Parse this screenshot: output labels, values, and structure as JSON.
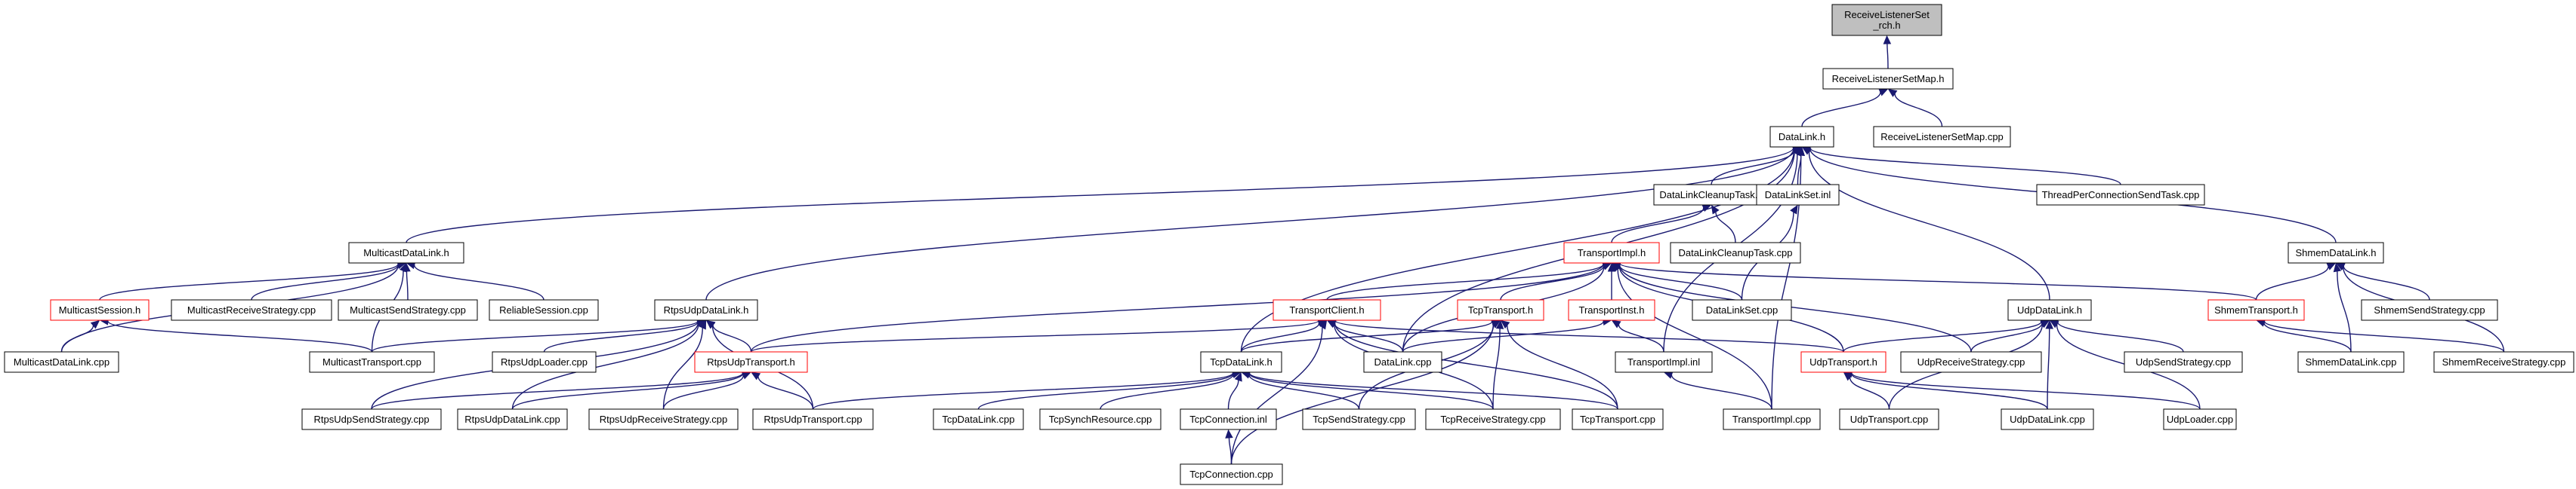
{
  "graph": {
    "title": "",
    "colors": {
      "edge": "#191970",
      "box_border": "#000000",
      "box_border_highlight": "#ff0000",
      "root_fill": "#bfbfbf"
    },
    "nodes": [
      {
        "id": "rls_rch",
        "label": [
          "ReceiveListenerSet",
          "_rch.h"
        ],
        "style": "root"
      },
      {
        "id": "rlsm_h",
        "label": [
          "ReceiveListenerSetMap.h"
        ],
        "style": "normal"
      },
      {
        "id": "rlsm_cpp",
        "label": [
          "ReceiveListenerSetMap.cpp"
        ],
        "style": "normal"
      },
      {
        "id": "datalink_h",
        "label": [
          "DataLink.h"
        ],
        "style": "normal"
      },
      {
        "id": "dlcleanup_h",
        "label": [
          "DataLinkCleanupTask.h"
        ],
        "style": "normal"
      },
      {
        "id": "dlset_inl",
        "label": [
          "DataLinkSet.inl"
        ],
        "style": "normal"
      },
      {
        "id": "tpcst_cpp",
        "label": [
          "ThreadPerConnectionSendTask.cpp"
        ],
        "style": "normal"
      },
      {
        "id": "mcast_dl_h",
        "label": [
          "MulticastDataLink.h"
        ],
        "style": "normal"
      },
      {
        "id": "shmem_dl_h",
        "label": [
          "ShmemDataLink.h"
        ],
        "style": "normal"
      },
      {
        "id": "timpl_h",
        "label": [
          "TransportImpl.h"
        ],
        "style": "red"
      },
      {
        "id": "dlcleanup_cpp",
        "label": [
          "DataLinkCleanupTask.cpp"
        ],
        "style": "normal"
      },
      {
        "id": "mcast_session_h",
        "label": [
          "MulticastSession.h"
        ],
        "style": "red"
      },
      {
        "id": "mcast_recv_cpp",
        "label": [
          "MulticastReceiveStrategy.cpp"
        ],
        "style": "normal"
      },
      {
        "id": "mcast_send_cpp",
        "label": [
          "MulticastSendStrategy.cpp"
        ],
        "style": "normal"
      },
      {
        "id": "reliable_cpp",
        "label": [
          "ReliableSession.cpp"
        ],
        "style": "normal"
      },
      {
        "id": "rtps_dl_h",
        "label": [
          "RtpsUdpDataLink.h"
        ],
        "style": "normal"
      },
      {
        "id": "tclient_h",
        "label": [
          "TransportClient.h"
        ],
        "style": "red"
      },
      {
        "id": "tcptransport_h",
        "label": [
          "TcpTransport.h"
        ],
        "style": "red"
      },
      {
        "id": "tinst_h",
        "label": [
          "TransportInst.h"
        ],
        "style": "red"
      },
      {
        "id": "dlset_cpp",
        "label": [
          "DataLinkSet.cpp"
        ],
        "style": "normal"
      },
      {
        "id": "udp_dl_h",
        "label": [
          "UdpDataLink.h"
        ],
        "style": "normal"
      },
      {
        "id": "shmem_transport_h",
        "label": [
          "ShmemTransport.h"
        ],
        "style": "red"
      },
      {
        "id": "shmem_send_cpp",
        "label": [
          "ShmemSendStrategy.cpp"
        ],
        "style": "normal"
      },
      {
        "id": "mcast_dl_cpp",
        "label": [
          "MulticastDataLink.cpp"
        ],
        "style": "normal"
      },
      {
        "id": "mcast_transport_cpp",
        "label": [
          "MulticastTransport.cpp"
        ],
        "style": "normal"
      },
      {
        "id": "rtps_loader_cpp",
        "label": [
          "RtpsUdpLoader.cpp"
        ],
        "style": "normal"
      },
      {
        "id": "rtps_transport_h",
        "label": [
          "RtpsUdpTransport.h"
        ],
        "style": "red"
      },
      {
        "id": "datalink_cpp",
        "label": [
          "DataLink.cpp"
        ],
        "style": "normal"
      },
      {
        "id": "timpl_inl",
        "label": [
          "TransportImpl.inl"
        ],
        "style": "normal"
      },
      {
        "id": "udp_transport_h",
        "label": [
          "UdpTransport.h"
        ],
        "style": "red"
      },
      {
        "id": "udp_recv_cpp",
        "label": [
          "UdpReceiveStrategy.cpp"
        ],
        "style": "normal"
      },
      {
        "id": "udp_send_cpp",
        "label": [
          "UdpSendStrategy.cpp"
        ],
        "style": "normal"
      },
      {
        "id": "shmem_dl_cpp",
        "label": [
          "ShmemDataLink.cpp"
        ],
        "style": "normal"
      },
      {
        "id": "shmem_recv_cpp",
        "label": [
          "ShmemReceiveStrategy.cpp"
        ],
        "style": "normal"
      },
      {
        "id": "tcp_dl_h",
        "label": [
          "TcpDataLink.h"
        ],
        "style": "normal"
      },
      {
        "id": "rtps_send_cpp",
        "label": [
          "RtpsUdpSendStrategy.cpp"
        ],
        "style": "normal"
      },
      {
        "id": "rtps_dl_cpp",
        "label": [
          "RtpsUdpDataLink.cpp"
        ],
        "style": "normal"
      },
      {
        "id": "rtps_recv_cpp",
        "label": [
          "RtpsUdpReceiveStrategy.cpp"
        ],
        "style": "normal"
      },
      {
        "id": "rtps_transport_cpp",
        "label": [
          "RtpsUdpTransport.cpp"
        ],
        "style": "normal"
      },
      {
        "id": "tcp_dl_cpp",
        "label": [
          "TcpDataLink.cpp"
        ],
        "style": "normal"
      },
      {
        "id": "tcp_synch_cpp",
        "label": [
          "TcpSynchResource.cpp"
        ],
        "style": "normal"
      },
      {
        "id": "tcp_conn_inl",
        "label": [
          "TcpConnection.inl"
        ],
        "style": "normal"
      },
      {
        "id": "tcp_send_cpp",
        "label": [
          "TcpSendStrategy.cpp"
        ],
        "style": "normal"
      },
      {
        "id": "tcp_recv_cpp",
        "label": [
          "TcpReceiveStrategy.cpp"
        ],
        "style": "normal"
      },
      {
        "id": "tcp_transport_cpp",
        "label": [
          "TcpTransport.cpp"
        ],
        "style": "normal"
      },
      {
        "id": "timpl_cpp",
        "label": [
          "TransportImpl.cpp"
        ],
        "style": "normal"
      },
      {
        "id": "udp_transport_cpp",
        "label": [
          "UdpTransport.cpp"
        ],
        "style": "normal"
      },
      {
        "id": "udp_dl_cpp",
        "label": [
          "UdpDataLink.cpp"
        ],
        "style": "normal"
      },
      {
        "id": "udp_loader_cpp",
        "label": [
          "UdpLoader.cpp"
        ],
        "style": "normal"
      },
      {
        "id": "tcp_conn_cpp",
        "label": [
          "TcpConnection.cpp"
        ],
        "style": "normal"
      }
    ],
    "edges": [
      [
        "rlsm_h",
        "rls_rch"
      ],
      [
        "datalink_h",
        "rlsm_h"
      ],
      [
        "rlsm_cpp",
        "rlsm_h"
      ],
      [
        "dlcleanup_h",
        "datalink_h"
      ],
      [
        "dlset_inl",
        "datalink_h"
      ],
      [
        "tpcst_cpp",
        "datalink_h"
      ],
      [
        "mcast_dl_h",
        "datalink_h"
      ],
      [
        "shmem_dl_h",
        "datalink_h"
      ],
      [
        "rtps_dl_h",
        "datalink_h"
      ],
      [
        "udp_dl_h",
        "datalink_h"
      ],
      [
        "tcp_dl_h",
        "datalink_h"
      ],
      [
        "datalink_cpp",
        "datalink_h"
      ],
      [
        "timpl_inl",
        "datalink_h"
      ],
      [
        "timpl_cpp",
        "datalink_h"
      ],
      [
        "timpl_h",
        "dlcleanup_h"
      ],
      [
        "dlcleanup_cpp",
        "dlcleanup_h"
      ],
      [
        "dlset_cpp",
        "dlset_inl"
      ],
      [
        "mcast_session_h",
        "mcast_dl_h"
      ],
      [
        "mcast_recv_cpp",
        "mcast_dl_h"
      ],
      [
        "mcast_send_cpp",
        "mcast_dl_h"
      ],
      [
        "reliable_cpp",
        "mcast_dl_h"
      ],
      [
        "mcast_dl_cpp",
        "mcast_dl_h"
      ],
      [
        "mcast_transport_cpp",
        "mcast_dl_h"
      ],
      [
        "shmem_transport_h",
        "shmem_dl_h"
      ],
      [
        "shmem_send_cpp",
        "shmem_dl_h"
      ],
      [
        "shmem_dl_cpp",
        "shmem_dl_h"
      ],
      [
        "shmem_recv_cpp",
        "shmem_dl_h"
      ],
      [
        "tclient_h",
        "timpl_h"
      ],
      [
        "tcptransport_h",
        "timpl_h"
      ],
      [
        "tinst_h",
        "timpl_h"
      ],
      [
        "dlset_cpp",
        "timpl_h"
      ],
      [
        "rtps_transport_h",
        "timpl_h"
      ],
      [
        "datalink_cpp",
        "timpl_h"
      ],
      [
        "udp_transport_h",
        "timpl_h"
      ],
      [
        "udp_recv_cpp",
        "timpl_h"
      ],
      [
        "shmem_transport_h",
        "timpl_h"
      ],
      [
        "timpl_cpp",
        "timpl_h"
      ],
      [
        "mcast_dl_cpp",
        "mcast_session_h"
      ],
      [
        "mcast_transport_cpp",
        "mcast_session_h"
      ],
      [
        "mcast_transport_cpp",
        "rtps_dl_h"
      ],
      [
        "rtps_loader_cpp",
        "rtps_dl_h"
      ],
      [
        "rtps_transport_h",
        "rtps_dl_h"
      ],
      [
        "rtps_send_cpp",
        "rtps_dl_h"
      ],
      [
        "rtps_dl_cpp",
        "rtps_dl_h"
      ],
      [
        "rtps_recv_cpp",
        "rtps_dl_h"
      ],
      [
        "rtps_transport_cpp",
        "rtps_dl_h"
      ],
      [
        "rtps_transport_h",
        "tclient_h"
      ],
      [
        "datalink_cpp",
        "tclient_h"
      ],
      [
        "tcp_dl_h",
        "tclient_h"
      ],
      [
        "tcp_recv_cpp",
        "tclient_h"
      ],
      [
        "tcp_transport_cpp",
        "tclient_h"
      ],
      [
        "udp_transport_h",
        "tclient_h"
      ],
      [
        "tcp_conn_cpp",
        "tclient_h"
      ],
      [
        "tcp_dl_h",
        "tcptransport_h"
      ],
      [
        "tcp_send_cpp",
        "tcptransport_h"
      ],
      [
        "tcp_recv_cpp",
        "tcptransport_h"
      ],
      [
        "tcp_transport_cpp",
        "tcptransport_h"
      ],
      [
        "tcp_conn_cpp",
        "tcptransport_h"
      ],
      [
        "timpl_inl",
        "tinst_h"
      ],
      [
        "datalink_cpp",
        "tinst_h"
      ],
      [
        "udp_transport_h",
        "udp_dl_h"
      ],
      [
        "udp_recv_cpp",
        "udp_dl_h"
      ],
      [
        "udp_send_cpp",
        "udp_dl_h"
      ],
      [
        "udp_transport_cpp",
        "udp_dl_h"
      ],
      [
        "udp_dl_cpp",
        "udp_dl_h"
      ],
      [
        "udp_loader_cpp",
        "udp_dl_h"
      ],
      [
        "shmem_dl_cpp",
        "shmem_transport_h"
      ],
      [
        "shmem_recv_cpp",
        "shmem_transport_h"
      ],
      [
        "rtps_send_cpp",
        "rtps_transport_h"
      ],
      [
        "rtps_dl_cpp",
        "rtps_transport_h"
      ],
      [
        "rtps_recv_cpp",
        "rtps_transport_h"
      ],
      [
        "rtps_transport_cpp",
        "rtps_transport_h"
      ],
      [
        "timpl_cpp",
        "timpl_inl"
      ],
      [
        "udp_transport_cpp",
        "udp_transport_h"
      ],
      [
        "udp_dl_cpp",
        "udp_transport_h"
      ],
      [
        "udp_loader_cpp",
        "udp_transport_h"
      ],
      [
        "tcp_dl_cpp",
        "tcp_dl_h"
      ],
      [
        "tcp_synch_cpp",
        "tcp_dl_h"
      ],
      [
        "tcp_conn_inl",
        "tcp_dl_h"
      ],
      [
        "tcp_send_cpp",
        "tcp_dl_h"
      ],
      [
        "tcp_recv_cpp",
        "tcp_dl_h"
      ],
      [
        "tcp_transport_cpp",
        "tcp_dl_h"
      ],
      [
        "rtps_transport_cpp",
        "tcp_dl_h"
      ],
      [
        "tcp_conn_cpp",
        "tcp_conn_inl"
      ]
    ]
  }
}
